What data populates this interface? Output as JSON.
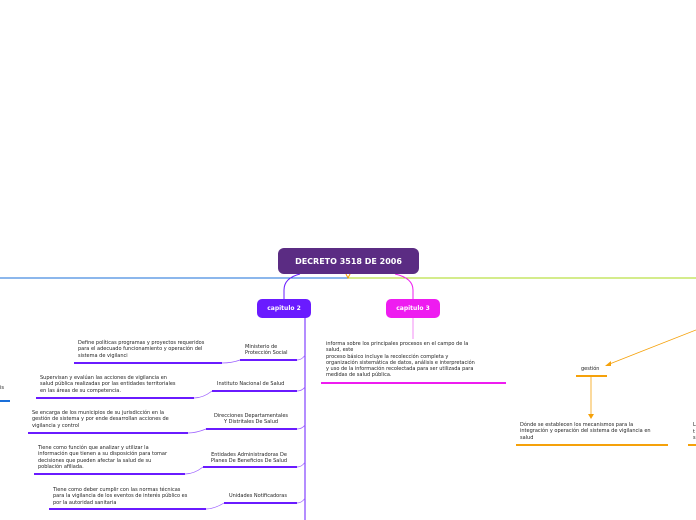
{
  "root": {
    "label": "DECRETO 3518 DE 2006"
  },
  "cap2": {
    "label": "capitulo 2",
    "entities": [
      {
        "name": "Ministerio de\nProtección Social",
        "desc": "Define políticas programas y proyectos requeridos\npara el adecuado funcionamiento y operación del\nsistema de vigilanci"
      },
      {
        "name": "Instituto Nacional de Salud",
        "desc": "Supervisan y evalúan las acciones de vigilancia en\nsalud pública realizadas por las entidades territoriales\nen las áreas de su competencia."
      },
      {
        "name": "Direcciones Departamentales\nY Distritales De Salud",
        "desc": "Se encarga de los municipios de su jurisdicción en la\ngestión de sistema y por ende desarrollan acciones de\nvigilancia y control"
      },
      {
        "name": "Entidades Administradoras De\nPlanes De Beneficios De Salud",
        "desc": "Tiene como función que analizar y utilizar la\ninformación que tienen a su disposición para tomar\ndecisiones que pueden afectar la salud de su\npoblación afiliada."
      },
      {
        "name": "Unidades Notificadoras",
        "desc": "Tiene como deber cumplir con las normas técnicas\npara la vigilancia de los eventos de interés público es\npor la autoridad sanitaria"
      }
    ]
  },
  "cap3": {
    "label": "capitulo 3",
    "desc": "informa sobre los principales procesos en el campo de la\nsalud, este\n proceso básico incluye la recolección completa y\n organización sistemática de datos, análisis e interpretación\n y uso de la información recolectada para ser utilizada para\n medidas de salud pública."
  },
  "right": {
    "gestion": "gestión",
    "gestion_desc": "Dónde se establecen los mecanismos para la\nintegración y operación del sistema de vigilancia en\nsalud",
    "edge_fragment_top": "L",
    "edge_fragment_mid": "t",
    "edge_fragment_bot": "s"
  },
  "left_edge_fragment": "is",
  "colors": {
    "root": "#5b2c83",
    "cap2": "#6a1bff",
    "cap3": "#ee1cf0",
    "orange": "#f5a10a",
    "blue": "#1a6fd9",
    "green": "#a8d818"
  }
}
